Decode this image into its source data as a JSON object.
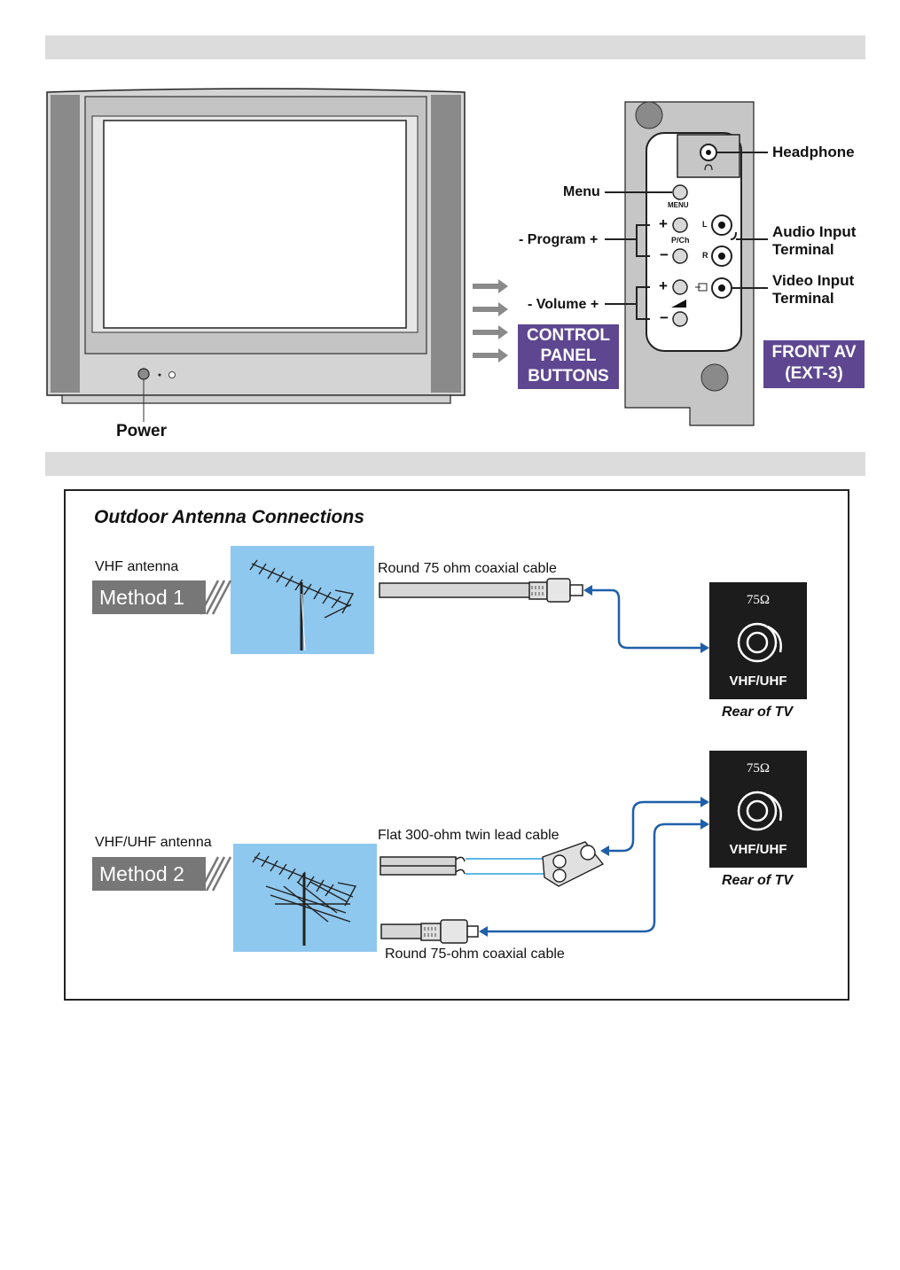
{
  "controls": {
    "power": "Power",
    "menu": "Menu",
    "program": "- Program +",
    "volume": "- Volume +",
    "control_panel_buttons": [
      "CONTROL",
      "PANEL",
      "BUTTONS"
    ],
    "menu_button_text": "MENU",
    "pch_text": "P/Ch",
    "plus": "+",
    "minus": "−",
    "jack_l": "L",
    "jack_r": "R"
  },
  "front_av": {
    "headphone": "Headphone",
    "audio_input": [
      "Audio Input",
      "Terminal"
    ],
    "video_input": [
      "Video Input",
      "Terminal"
    ],
    "badge": [
      "FRONT AV",
      "(EXT-3)"
    ]
  },
  "antenna": {
    "title": "Outdoor Antenna Connections",
    "method1": {
      "antenna_label": "VHF antenna",
      "method": "Method 1",
      "cable": "Round 75 ohm coaxial cable"
    },
    "method2": {
      "antenna_label": "VHF/UHF antenna",
      "method": "Method 2",
      "cable_flat": "Flat 300-ohm twin lead cable",
      "cable_round": "Round 75-ohm coaxial cable"
    },
    "rear": {
      "ohm": "75Ω",
      "socket": "VHF/UHF",
      "caption": "Rear of TV"
    }
  },
  "colors": {
    "band": "#dcdcdc",
    "purple": "#5e4790",
    "sky": "#8fc8ef",
    "arrow_blue": "#1f5fa8",
    "method_gray": "#777777"
  }
}
